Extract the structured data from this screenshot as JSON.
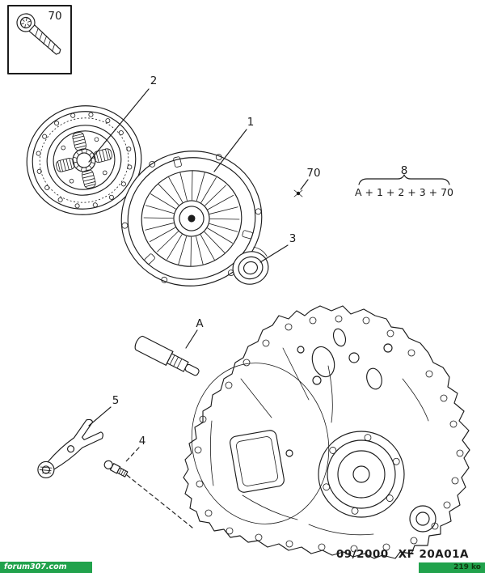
{
  "diagram": {
    "title": "clutch-assembly-parts-diagram",
    "callouts": {
      "boxed_bolt": "70",
      "clutch_disc": "2",
      "pressure_plate": "1",
      "bolt_marker": "70",
      "kit_number": "8",
      "kit_formula": "A + 1 + 2 + 3 + 70",
      "release_bearing": "3",
      "alignment_tool": "A",
      "release_fork": "5",
      "fork_pivot": "4"
    }
  },
  "footer": {
    "date": "09/2000",
    "plate_ref": "XF 20A01A",
    "watermark_left": "forum307.com",
    "watermark_right": "219 ko"
  },
  "colors": {
    "ink": "#1c1c1c",
    "background": "#ffffff",
    "banner_green": "#21a24c",
    "banner_text_left": "#ffffff",
    "banner_text_right": "#10380f"
  }
}
